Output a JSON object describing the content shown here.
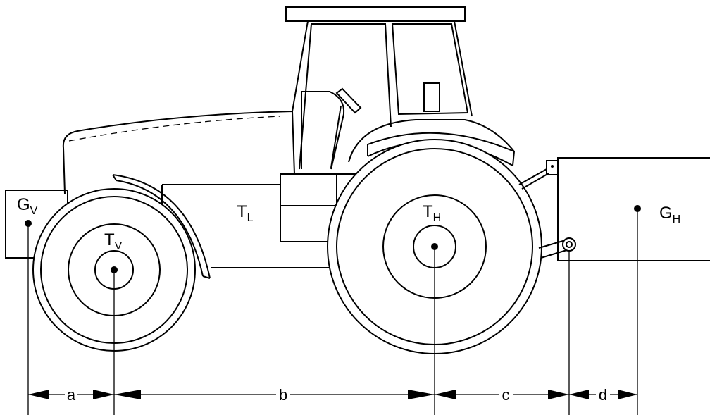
{
  "labels": {
    "front_weight": {
      "main": "G",
      "sub": "V"
    },
    "rear_weight": {
      "main": "G",
      "sub": "H"
    },
    "front_axle": {
      "main": "T",
      "sub": "V"
    },
    "rear_axle": {
      "main": "T",
      "sub": "H"
    },
    "tractor_cg": {
      "main": "T",
      "sub": "L"
    }
  },
  "dimensions": {
    "a": "a",
    "b": "b",
    "c": "c",
    "d": "d"
  }
}
